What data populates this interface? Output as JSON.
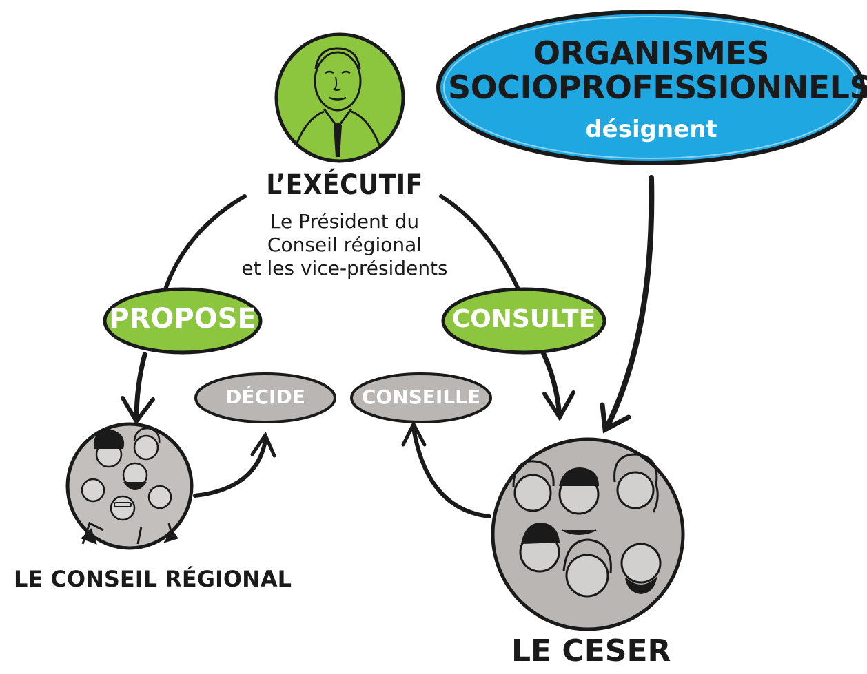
{
  "executive": {
    "title": "L’EXÉCUTIF",
    "subtitle_lines": [
      "Le Président du",
      "Conseil régional",
      "et les vice-présidents"
    ]
  },
  "organisms": {
    "title_lines": [
      "ORGANISMES",
      "SOCIOPROFESSIONNELS"
    ],
    "verb": "désignent"
  },
  "actions": {
    "propose": "PROPOSE",
    "consulte": "CONSULTE",
    "decide": "DÉCIDE",
    "conseille": "CONSEILLE"
  },
  "bodies": {
    "conseil_regional": "LE CONSEIL RÉGIONAL",
    "ceser": "LE CESER"
  },
  "colors": {
    "green": "#8cc63f",
    "blue": "#1fa7e1",
    "gray": "#b9b6b4",
    "ink": "#1a1a1a"
  }
}
